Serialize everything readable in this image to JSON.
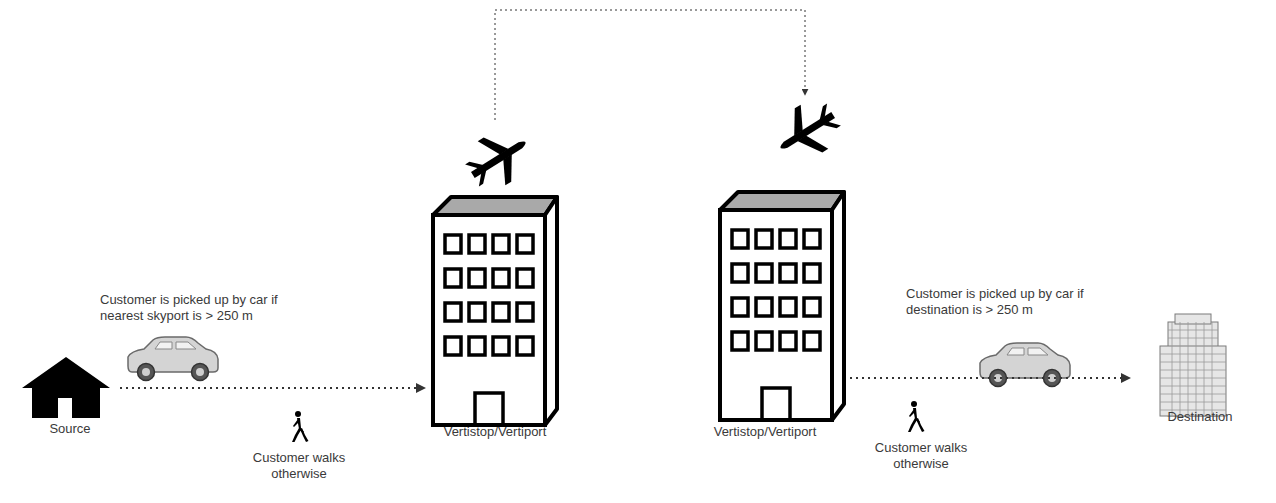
{
  "diagram": {
    "nodes": [
      {
        "text": [
          "Source"
        ]
      },
      {
        "text": [
          "Vertistop/Vertiport"
        ]
      },
      {
        "text": [
          "Vertistop/Vertiport"
        ]
      },
      {
        "text": [
          "Destination"
        ]
      }
    ],
    "edges": [
      {
        "from": 0,
        "to": 1,
        "arrow": "to",
        "label": "Customer is picked up by car if nearest skyport is > 250 m"
      },
      {
        "from": 1,
        "to": 2,
        "arrow": "to"
      },
      {
        "from": 2,
        "to": 3,
        "arrow": "to",
        "label": "Customer is picked up by car if destination is > 250 m"
      }
    ],
    "labels": [
      "Customer walks otherwise",
      "Customer walks otherwise"
    ]
  }
}
